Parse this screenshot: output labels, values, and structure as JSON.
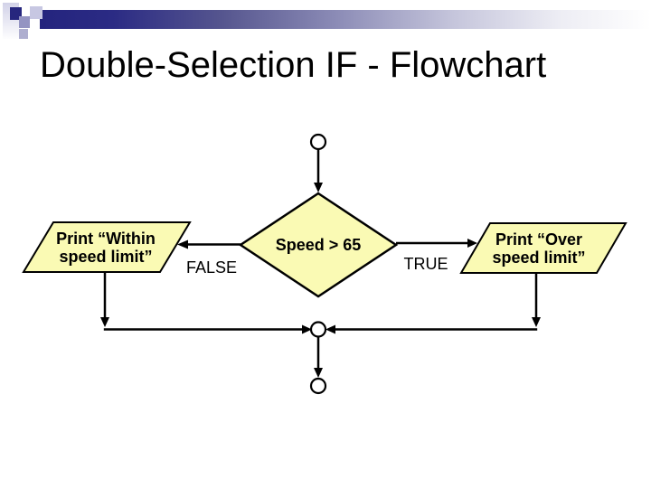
{
  "slide": {
    "title": "Double-Selection IF - Flowchart"
  },
  "theme": {
    "accent_navy": "#24247E",
    "shape_fill": "#FAFAB4",
    "shape_stroke": "#000000",
    "connector_fill": "#FFFFFF"
  },
  "flowchart": {
    "decision": {
      "label": "Speed > 65"
    },
    "false_branch": {
      "label": "FALSE",
      "output_lines": [
        "Print “Within",
        "speed limit”"
      ]
    },
    "true_branch": {
      "label": "TRUE",
      "output_lines": [
        "Print “Over",
        "speed limit”"
      ]
    }
  }
}
